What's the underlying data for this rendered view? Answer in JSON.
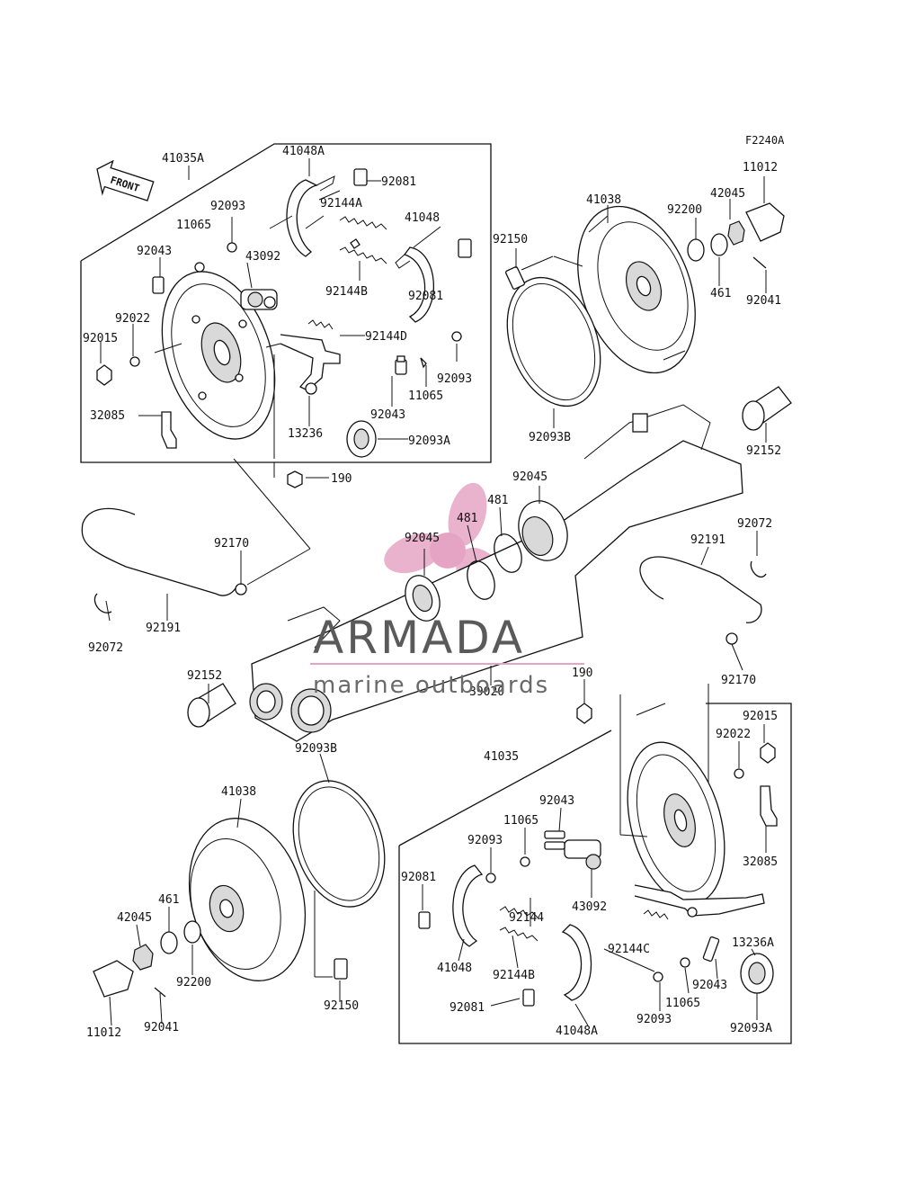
{
  "figure": {
    "code": "F2240A",
    "front_label": "FRONT"
  },
  "watermark": {
    "brand": "ARMADA",
    "tagline": "marine outboards",
    "color": "#e5a4c4"
  },
  "parts": [
    "41035A",
    "41048A",
    "92081",
    "92093",
    "11065",
    "92144A",
    "41048",
    "92043",
    "43092",
    "92022",
    "92015",
    "92144B",
    "92081",
    "92144D",
    "92093",
    "11065",
    "92043",
    "32085",
    "13236",
    "92093A",
    "190",
    "92150",
    "41038",
    "92200",
    "42045",
    "11012",
    "461",
    "92041",
    "92093B",
    "92152",
    "92045",
    "481",
    "481",
    "92045",
    "92072",
    "92191",
    "92170",
    "92191",
    "92072",
    "92152",
    "39020",
    "190",
    "92170",
    "92093B",
    "41035",
    "92015",
    "92022",
    "41038",
    "461",
    "42045",
    "92200",
    "11012",
    "92041",
    "92150",
    "92043",
    "11065",
    "92093",
    "92081",
    "92144",
    "43092",
    "32085",
    "41048",
    "92144B",
    "92144C",
    "13236A",
    "92043",
    "11065",
    "92081",
    "92093",
    "41048A",
    "92093A"
  ]
}
